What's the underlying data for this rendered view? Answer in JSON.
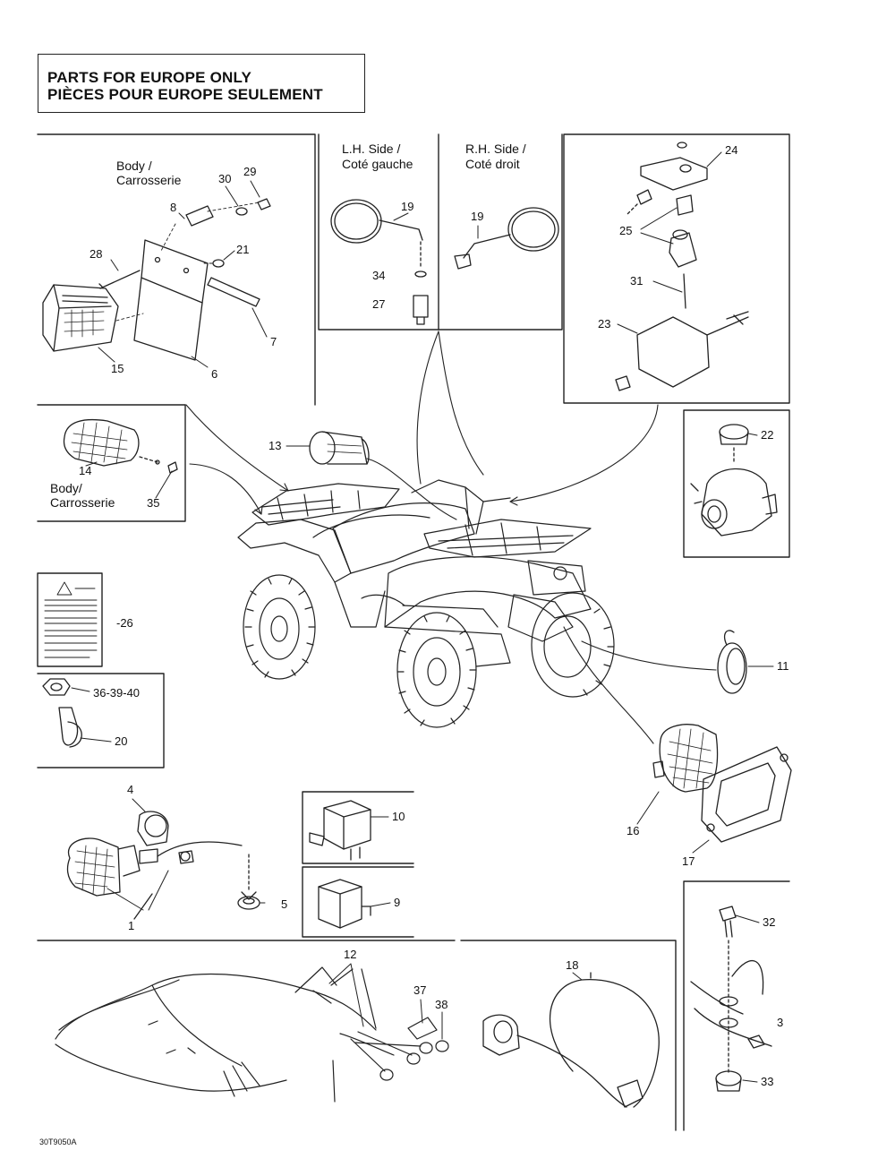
{
  "header": {
    "line1": "PARTS FOR EUROPE ONLY",
    "line2": "PIÈCES POUR EUROPE SEULEMENT"
  },
  "sections": {
    "lh_side": [
      "L.H. Side /",
      "Coté gauche"
    ],
    "rh_side": [
      "R.H. Side /",
      "Coté droit"
    ],
    "body_1": [
      "Body /",
      "Carrosserie"
    ],
    "body_2": [
      "Body/",
      "Carrosserie"
    ]
  },
  "part_numbers": {
    "p1": "1",
    "p3": "3",
    "p4": "4",
    "p5": "5",
    "p6": "6",
    "p7": "7",
    "p8": "8",
    "p9": "9",
    "p10": "10",
    "p11": "11",
    "p12": "12",
    "p13": "13",
    "p14": "14",
    "p15": "15",
    "p16": "16",
    "p17": "17",
    "p18": "18",
    "p19": "19",
    "p20": "20",
    "p21": "21",
    "p22": "22",
    "p23": "23",
    "p24": "24",
    "p25": "25",
    "p26": "-26",
    "p27": "27",
    "p28": "28",
    "p29": "29",
    "p30": "30",
    "p31": "31",
    "p32": "32",
    "p33": "33",
    "p34": "34",
    "p35": "35",
    "p36": "36-39-40",
    "p37": "37",
    "p38": "38"
  },
  "figure_code": "30T9050A"
}
